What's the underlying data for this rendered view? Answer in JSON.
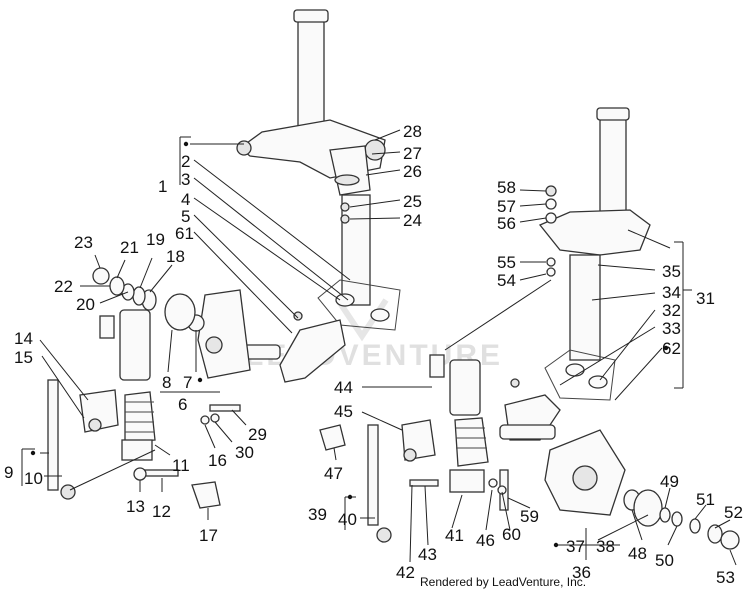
{
  "watermark": {
    "text": "LEADVENTURE"
  },
  "credit": "Rendered by LeadVenture, Inc.",
  "labels": {
    "l1": "1",
    "l2": "2",
    "l3": "3",
    "l4": "4",
    "l5": "5",
    "l6": "6",
    "l7": "7",
    "l8": "8",
    "l9": "9",
    "l10": "10",
    "l11": "11",
    "l12": "12",
    "l13": "13",
    "l14": "14",
    "l15": "15",
    "l16": "16",
    "l17": "17",
    "l18": "18",
    "l19": "19",
    "l20": "20",
    "l21": "21",
    "l22": "22",
    "l23": "23",
    "l24": "24",
    "l25": "25",
    "l26": "26",
    "l27": "27",
    "l28": "28",
    "l29": "29",
    "l30": "30",
    "l31": "31",
    "l32": "32",
    "l33": "33",
    "l34": "34",
    "l35": "35",
    "l36": "36",
    "l37": "37",
    "l38": "38",
    "l39": "39",
    "l40": "40",
    "l41": "41",
    "l42": "42",
    "l43": "43",
    "l44": "44",
    "l45": "45",
    "l46": "46",
    "l47": "47",
    "l48": "48",
    "l49": "49",
    "l50": "50",
    "l51": "51",
    "l52": "52",
    "l53": "53",
    "l54": "54",
    "l55": "55",
    "l56": "56",
    "l57": "57",
    "l58": "58",
    "l59": "59",
    "l60": "60",
    "l61": "61",
    "l62": "62"
  }
}
